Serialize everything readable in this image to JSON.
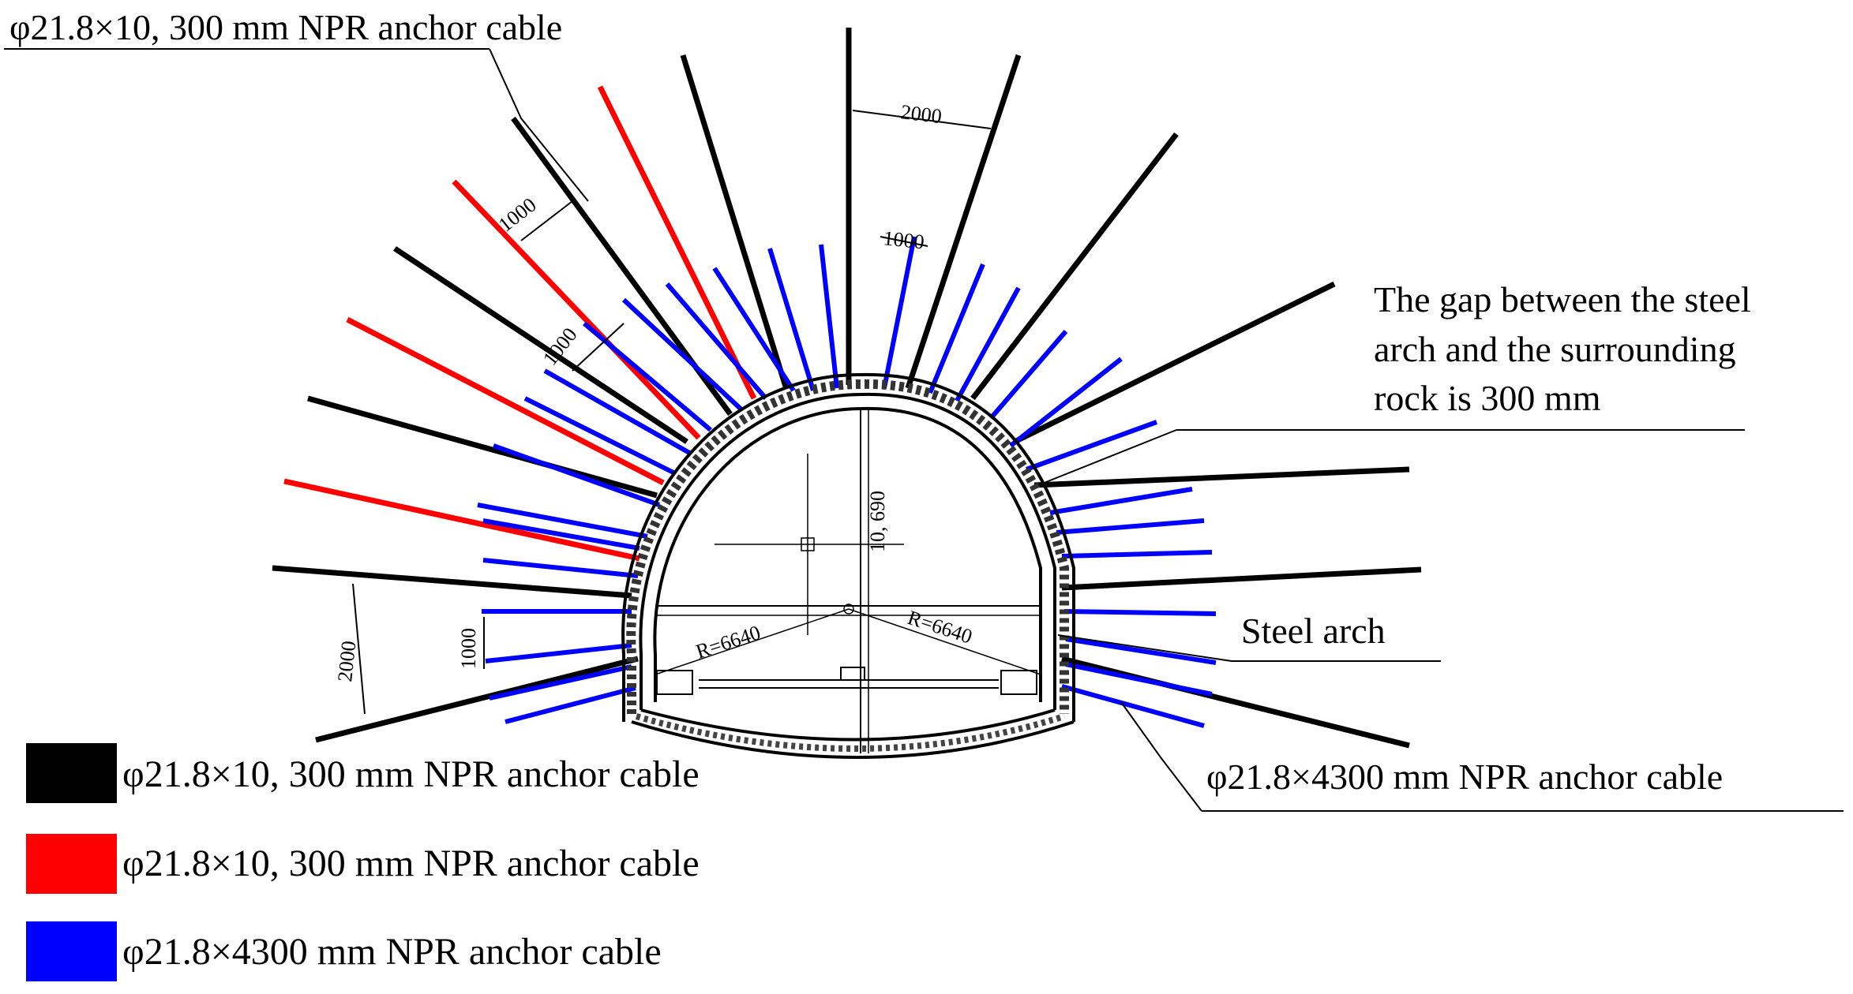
{
  "colors": {
    "black_cable": "#000000",
    "red_cable": "#ff0000",
    "blue_cable": "#0000ff",
    "background": "#ffffff"
  },
  "annotations": {
    "top_left": "φ21.8×10, 300 mm NPR anchor cable",
    "gap_line1": "The gap between the steel",
    "gap_line2": "arch and the surrounding",
    "gap_line3": "rock is 300 mm",
    "steel_arch": "Steel arch",
    "bottom_right": "φ21.8×4300 mm  NPR anchor cable"
  },
  "dimensions": {
    "spacing_top": "2000",
    "spacing_upper_a": "1000",
    "spacing_upper_b": "1000",
    "spacing_upper_c": "1000",
    "spacing_left_big": "2000",
    "spacing_left_small": "1000",
    "height": "10, 690",
    "radius_left": "R=6640",
    "radius_right": "R=6640"
  },
  "legend": [
    {
      "label": "φ21.8×10, 300 mm  NPR anchor cable",
      "color": "#000000"
    },
    {
      "label": "φ21.8×10, 300 mm  NPR anchor cable",
      "color": "#ff0000"
    },
    {
      "label": "φ21.8×4300 mm  NPR anchor cable",
      "color": "#0000ff"
    }
  ]
}
